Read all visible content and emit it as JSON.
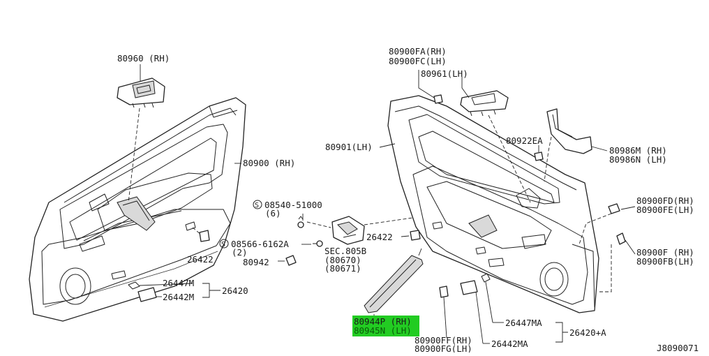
{
  "diagram": {
    "labels": {
      "p80960_rh": "80960 (RH)",
      "p80900_rh": "80900 (RH)",
      "p08540": "08540-51000",
      "p08540_qty": "(6)",
      "p08566": "08566-6162A",
      "p08566_qty": "(2)",
      "p80942": "80942",
      "p26422_left": "26422",
      "p26447m": "26447M",
      "p26442m": "26442M",
      "p26420": "26420",
      "p80900fa_rh": "80900FA(RH)",
      "p80900fc_lh": "80900FC(LH)",
      "p80961_lh": "80961(LH)",
      "p80901_lh": "80901(LH)",
      "p80922ea": "80922EA",
      "p80986m_rh": "80986M (RH)",
      "p80986n_lh": "80986N (LH)",
      "p80900fd_rh": "80900FD(RH)",
      "p80900fe_lh": "80900FE(LH)",
      "p80900f_rh": "80900F (RH)",
      "p80900fb_lh": "80900FB(LH)",
      "p26422_right": "26422",
      "sec805b": "SEC.805B",
      "sec_80670": "(80670)",
      "sec_80671": "(80671)",
      "p80944p_rh": "80944P (RH)",
      "p80945n_lh": "80945N (LH)",
      "p80900ff_rh": "80900FF(RH)",
      "p80900fg_lh": "80900FG(LH)",
      "p26447ma": "26447MA",
      "p26442ma": "26442MA",
      "p26420a": "26420+A",
      "diagram_id": "J8090071",
      "s_mark": "S"
    },
    "highlight_color": "#22cc22"
  }
}
